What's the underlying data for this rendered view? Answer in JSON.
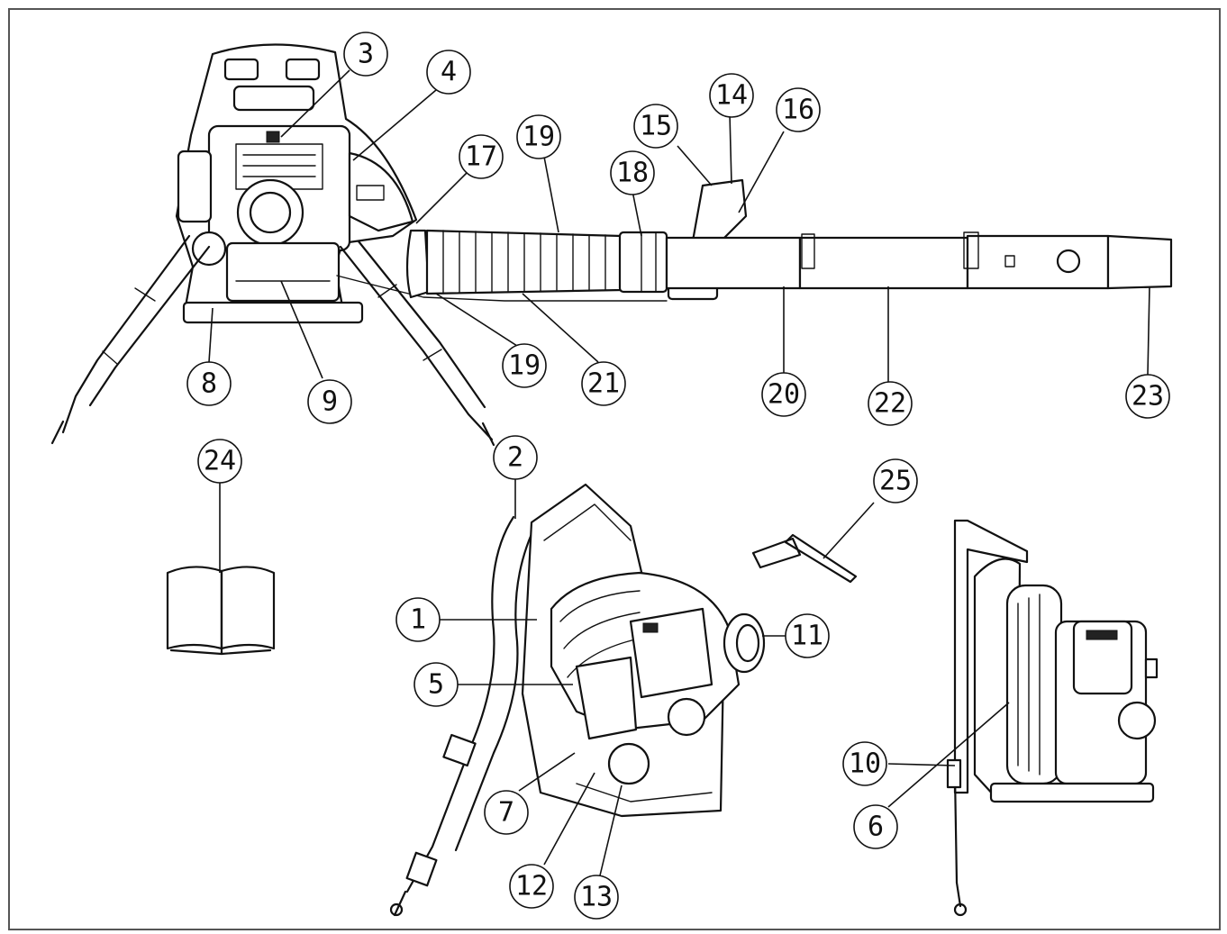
{
  "callouts": [
    {
      "id": "c1",
      "label": "1"
    },
    {
      "id": "c2",
      "label": "2"
    },
    {
      "id": "c3",
      "label": "3"
    },
    {
      "id": "c4",
      "label": "4"
    },
    {
      "id": "c5",
      "label": "5"
    },
    {
      "id": "c6",
      "label": "6"
    },
    {
      "id": "c7",
      "label": "7"
    },
    {
      "id": "c8",
      "label": "8"
    },
    {
      "id": "c9",
      "label": "9"
    },
    {
      "id": "c10",
      "label": "10"
    },
    {
      "id": "c11",
      "label": "11"
    },
    {
      "id": "c12",
      "label": "12"
    },
    {
      "id": "c13",
      "label": "13"
    },
    {
      "id": "c14",
      "label": "14"
    },
    {
      "id": "c15",
      "label": "15"
    },
    {
      "id": "c16",
      "label": "16"
    },
    {
      "id": "c17",
      "label": "17"
    },
    {
      "id": "c18",
      "label": "18"
    },
    {
      "id": "c19a",
      "label": "19"
    },
    {
      "id": "c19b",
      "label": "19"
    },
    {
      "id": "c20",
      "label": "20"
    },
    {
      "id": "c21",
      "label": "21"
    },
    {
      "id": "c22",
      "label": "22"
    },
    {
      "id": "c23",
      "label": "23"
    },
    {
      "id": "c24",
      "label": "24"
    },
    {
      "id": "c25",
      "label": "25"
    }
  ],
  "colors": {
    "ink": "#111111",
    "paper": "#ffffff",
    "frame": "#555555"
  }
}
